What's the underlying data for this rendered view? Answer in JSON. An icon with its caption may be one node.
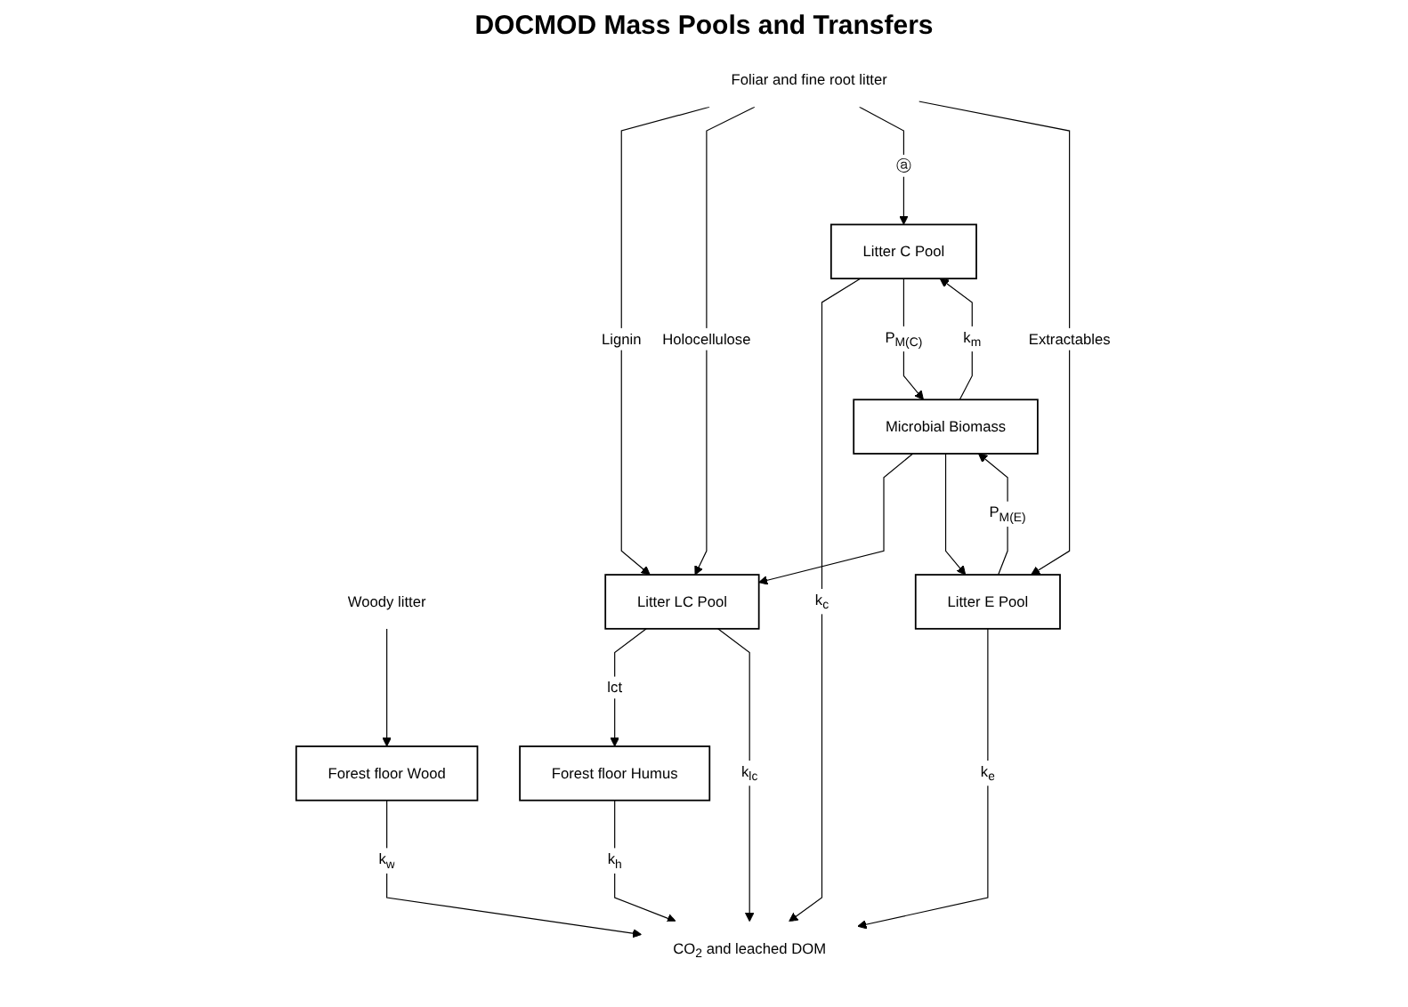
{
  "diagram": {
    "title": "DOCMOD Mass Pools and Transfers",
    "nodes": [
      {
        "text": [
          "Woody litter"
        ]
      },
      {
        "text": [
          "Foliar and fine root litter"
        ]
      },
      {
        "text": [
          "Litter LC Pool"
        ]
      },
      {
        "text": [
          "Litter C Pool"
        ]
      },
      {
        "text": [
          "Litter E Pool"
        ]
      },
      {
        "text": [
          "Forest floor Wood"
        ]
      },
      {
        "text": [
          "Microbial Biomass"
        ]
      },
      {
        "text": [
          "Forest floor Humus"
        ]
      },
      {
        "text": [
          "CO$_{2}$ and leached DOM"
        ]
      }
    ],
    "edges": [
      {
        "from": 0,
        "to": 5,
        "arrow": "to"
      },
      {
        "from": 1,
        "to": 2,
        "arrow": "to",
        "label": "Lignin"
      },
      {
        "from": 1,
        "to": 2,
        "arrow": "to",
        "label": "Holocellulose"
      },
      {
        "from": 1,
        "to": 3,
        "arrow": "to",
        "label": "ⓐ"
      },
      {
        "from": 1,
        "to": 4,
        "arrow": "to",
        "label": "Extractables"
      },
      {
        "from": 2,
        "to": 7,
        "arrow": "to",
        "label": "lct"
      },
      {
        "from": 2,
        "to": 8,
        "arrow": "to",
        "label": "k$_{lc}$"
      },
      {
        "from": 3,
        "to": 8,
        "arrow": "to",
        "label": "k$_{c}$"
      },
      {
        "from": 3,
        "to": 6,
        "arrow": "to",
        "label": "P$_{M(C)}$"
      },
      {
        "from": 4,
        "to": 6,
        "arrow": "to",
        "label": "P$_{M(E)}$"
      },
      {
        "from": 6,
        "to": 2,
        "arrow": "to"
      },
      {
        "from": 6,
        "to": 3,
        "arrow": "to",
        "label": "k$_{m}$"
      },
      {
        "from": 6,
        "to": 4,
        "arrow": "to"
      },
      {
        "from": 4,
        "to": 8,
        "arrow": "to",
        "label": "k$_{e}$"
      },
      {
        "from": 5,
        "to": 8,
        "arrow": "to",
        "label": "k$_{w}$"
      },
      {
        "from": 7,
        "to": 8,
        "arrow": "to",
        "label": "k$_{h}$"
      }
    ]
  }
}
